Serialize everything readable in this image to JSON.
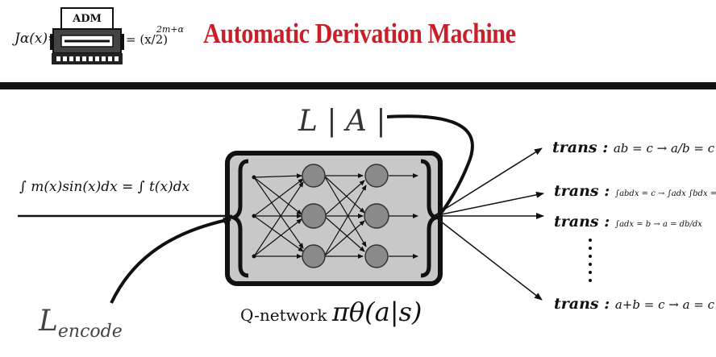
{
  "header": {
    "title": "Automatic Derivation Machine",
    "logo": {
      "label": "ADM",
      "lhs": "Jα(x)=",
      "rhs": "= (x/2)",
      "exponent": "2m+α"
    }
  },
  "diagram": {
    "loss_top": "L | A |",
    "loss_encode": "L",
    "loss_encode_sub": "encode",
    "input_equation": "∫ m(x)sin(x)dx = ∫ t(x)dx",
    "network_label": "Q-network",
    "policy": "πθ(a|s)",
    "transformations": [
      {
        "keyword": "trans",
        "rule": "ab = c → a/b = c"
      },
      {
        "keyword": "trans",
        "rule": "∫abdx = c → ∫adx ∫bdx = c"
      },
      {
        "keyword": "trans",
        "rule": "∫adx = b → a = db/dx"
      },
      {
        "keyword": "trans",
        "rule": "a+b = c → a = c − b"
      }
    ]
  },
  "colors": {
    "title": "#c8202a",
    "box_fill": "#c8c8c8",
    "node_fill": "#8a8a8a"
  }
}
